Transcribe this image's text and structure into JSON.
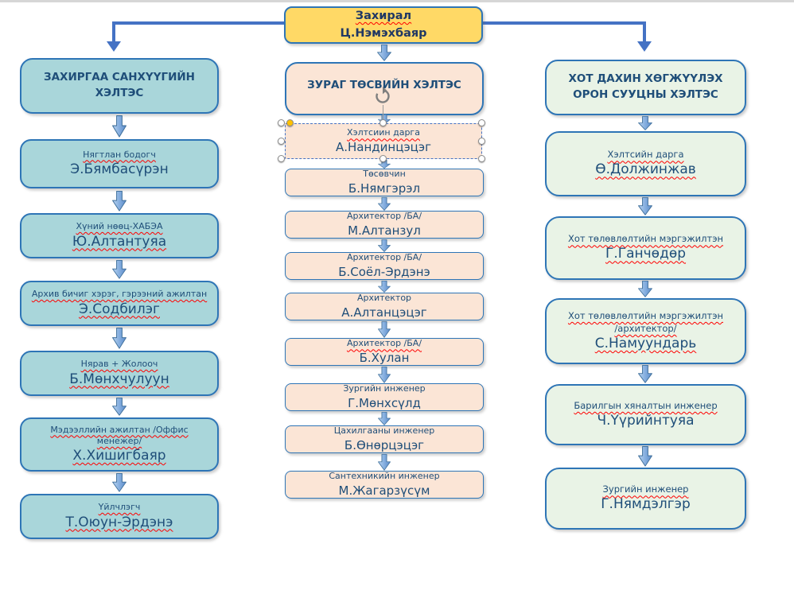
{
  "director": {
    "role": "Захирал",
    "name": "Ц.Нэмэхбаяр"
  },
  "columns": [
    {
      "header": "ЗАХИРГАА САНХҮҮГИЙН ХЭЛТЭС",
      "boxes": [
        {
          "role": "Нягтлан бодогч",
          "name": "Э.Бямбасүрэн"
        },
        {
          "role": "Хүний нөөц-ХАБЭА",
          "name": "Ю.Алтантуяа"
        },
        {
          "role": "Архив бичиг хэрэг, гэрээний ажилтан",
          "name": "Э.Содбилэг"
        },
        {
          "role": "Нярав + Жолооч",
          "name": "Б.Мөнхчулуун"
        },
        {
          "role": "Мэдээллийн ажилтан /Оффис менежер/",
          "name": "Х.Хишигбаяр"
        },
        {
          "role": "Үйлчлэгч",
          "name": "Т.Оюун-Эрдэнэ"
        }
      ]
    },
    {
      "header": "ЗУРАГ ТӨСВИЙН ХЭЛТЭС",
      "boxes": [
        {
          "role": "Хэлтсиин дарга",
          "name": "А.Нандинцэцэг",
          "selected": true
        },
        {
          "role": "Төсөвчин",
          "name": "Б.Нямгэрэл"
        },
        {
          "role": "Архитектор /БА/",
          "name": "М.Алтанзул"
        },
        {
          "role": "Архитектор /БА/",
          "name": "Б.Соёл-Эрдэнэ"
        },
        {
          "role": "Архитектор",
          "name": "А.Алтанцэцэг"
        },
        {
          "role": "Архитектор /БА/",
          "name": "Б.Хулан"
        },
        {
          "role": "Зургийн инженер",
          "name": "Г.Мөнхсүлд"
        },
        {
          "role": "Цахилгааны инженер",
          "name": "Б.Өнөрцэцэг"
        },
        {
          "role": "Сантехникийн инженер",
          "name": "М.Жагарзүсүм"
        }
      ]
    },
    {
      "header": "ХОТ ДАХИН ХӨГЖҮҮЛЭХ ОРОН СУУЦНЫ ХЭЛТЭС",
      "boxes": [
        {
          "role": "Хэлтсийн дарга",
          "name": "Ө.Должинжав"
        },
        {
          "role": "Хот төлөвлөлтийн мэргэжилтэн",
          "name": "Г.Ганчөдөр"
        },
        {
          "role": "Хот төлөвлөлтийн мэргэжилтэн",
          "role2": "/архитектор/",
          "name": "С.Намуундарь"
        },
        {
          "role": "Барилгын хяналтын инженер",
          "name": "Ч.Үүрийнтуяа"
        },
        {
          "role": "Зургийн инженер",
          "name": "Г.Нямдэлгэр"
        }
      ]
    }
  ],
  "colors": {
    "director_fill": "#FFD966",
    "admin_column_fill": "#A9D6DA",
    "design_column_fill": "#FBE5D6",
    "urban_column_fill": "#E9F3E6",
    "box_border": "#2E75B6",
    "connector": "#4472C4",
    "text": "#1F4E79",
    "spellcheck_underline": "#FF0000",
    "adjust_handle": "#FFC000"
  }
}
